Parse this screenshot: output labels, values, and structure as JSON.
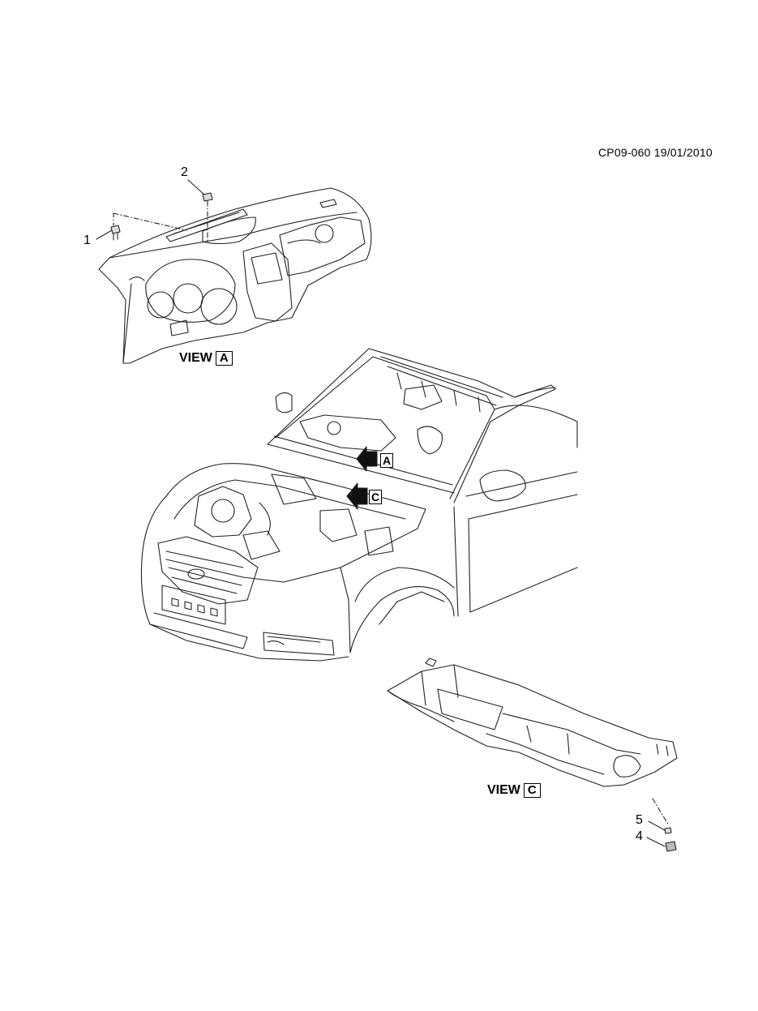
{
  "document": {
    "code_date": "CP09-060 19/01/2010"
  },
  "views": {
    "view_a": {
      "word": "VIEW",
      "letter": "A"
    },
    "view_c": {
      "word": "VIEW",
      "letter": "C"
    }
  },
  "arrow_tags": {
    "a": "A",
    "c": "C"
  },
  "callouts": {
    "c1": "1",
    "c2": "2",
    "c4": "4",
    "c5": "5"
  },
  "colors": {
    "line": "#222222",
    "background": "#ffffff"
  }
}
